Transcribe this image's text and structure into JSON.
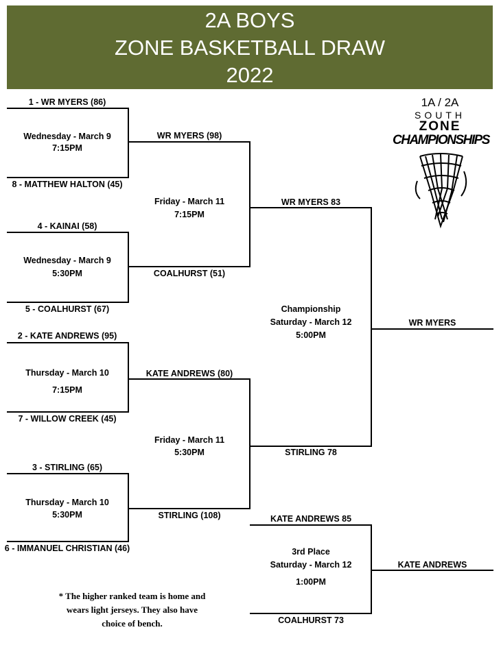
{
  "header": {
    "line1": "2A BOYS",
    "line2": "ZONE BASKETBALL DRAW",
    "line3": "2022",
    "bg_color": "#5f6b32"
  },
  "logo": {
    "line1": "1A / 2A",
    "line2": "SOUTH",
    "line3": "ZONE",
    "line4": "CHAMPIONSHIPS"
  },
  "round1": [
    {
      "top_team": "1 - WR MYERS (86)",
      "bottom_team": "8 - MATTHEW HALTON (45)",
      "day": "Wednesday - March 9",
      "time": "7:15PM"
    },
    {
      "top_team": "4 - KAINAI (58)",
      "bottom_team": "5 - COALHURST (67)",
      "day": "Wednesday - March 9",
      "time": "5:30PM"
    },
    {
      "top_team": "2 - KATE ANDREWS (95)",
      "bottom_team": "7 - WILLOW CREEK (45)",
      "day": "Thursday - March 10",
      "time": "7:15PM"
    },
    {
      "top_team": "3 - STIRLING (65)",
      "bottom_team": "6 - IMMANUEL CHRISTIAN (46)",
      "day": "Thursday  - March 10",
      "time": "5:30PM"
    }
  ],
  "semis": [
    {
      "top_team": "WR MYERS (98)",
      "bottom_team": "COALHURST (51)",
      "day": "Friday - March 11",
      "time": "7:15PM"
    },
    {
      "top_team": "KATE ANDREWS (80)",
      "bottom_team": "STIRLING (108)",
      "day": "Friday - March 11",
      "time": "5:30PM"
    }
  ],
  "final": {
    "top_team": "WR MYERS 83",
    "bottom_team": "STIRLING 78",
    "label": "Championship",
    "day": "Saturday - March 12",
    "time": "5:00PM",
    "winner": "WR MYERS"
  },
  "third_place": {
    "top_team": "KATE ANDREWS 85",
    "bottom_team": "COALHURST 73",
    "label": "3rd Place",
    "day": "Saturday - March 12",
    "time": "1:00PM",
    "winner": "KATE ANDREWS"
  },
  "note": {
    "line1": "* The higher ranked team is home and",
    "line2": "wears light jerseys.  They also have",
    "line3": "choice of bench."
  }
}
